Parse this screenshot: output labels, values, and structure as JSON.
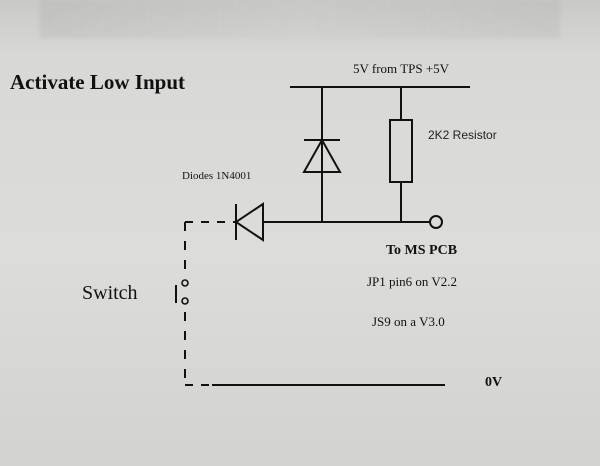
{
  "diagram": {
    "title": "Activate Low Input",
    "supply_label": "5V from TPS +5V",
    "resistor_label": "2K2 Resistor",
    "diodes_label": "Diodes 1N4001",
    "output_label": "To MS PCB",
    "jp1_note": "JP1 pin6 on V2.2",
    "js9_note": "JS9 on a V3.0",
    "switch_label": "Switch",
    "ground_label": "0V"
  }
}
